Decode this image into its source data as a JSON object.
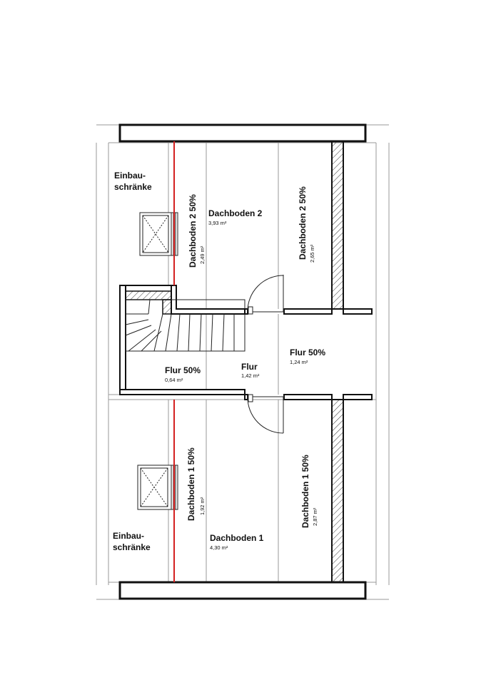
{
  "rooms": {
    "einbau_top": {
      "line1": "Einbau-",
      "line2": "schränke"
    },
    "einbau_bottom": {
      "line1": "Einbau-",
      "line2": "schränke"
    },
    "dachboden2_main": {
      "name": "Dachboden 2",
      "area": "3,93 m²"
    },
    "dachboden2_left": {
      "name": "Dachboden 2 50%",
      "area": "2,49 m²"
    },
    "dachboden2_right": {
      "name": "Dachboden 2 50%",
      "area": "2,65 m²"
    },
    "flur_left": {
      "name": "Flur 50%",
      "area": "0,64 m²"
    },
    "flur_center": {
      "name": "Flur",
      "area": "1,42 m²"
    },
    "flur_right": {
      "name": "Flur 50%",
      "area": "1,24 m²"
    },
    "dachboden1_left": {
      "name": "Dachboden 1 50%",
      "area": "1,92 m²"
    },
    "dachboden1_right": {
      "name": "Dachboden 1 50%",
      "area": "2,87 m²"
    },
    "dachboden1_main": {
      "name": "Dachboden 1",
      "area": "4,30 m²"
    }
  },
  "colors": {
    "wall": "#111111",
    "thin_line": "#9a9a9a",
    "red_line": "#d42020",
    "hatch": "#333333"
  }
}
